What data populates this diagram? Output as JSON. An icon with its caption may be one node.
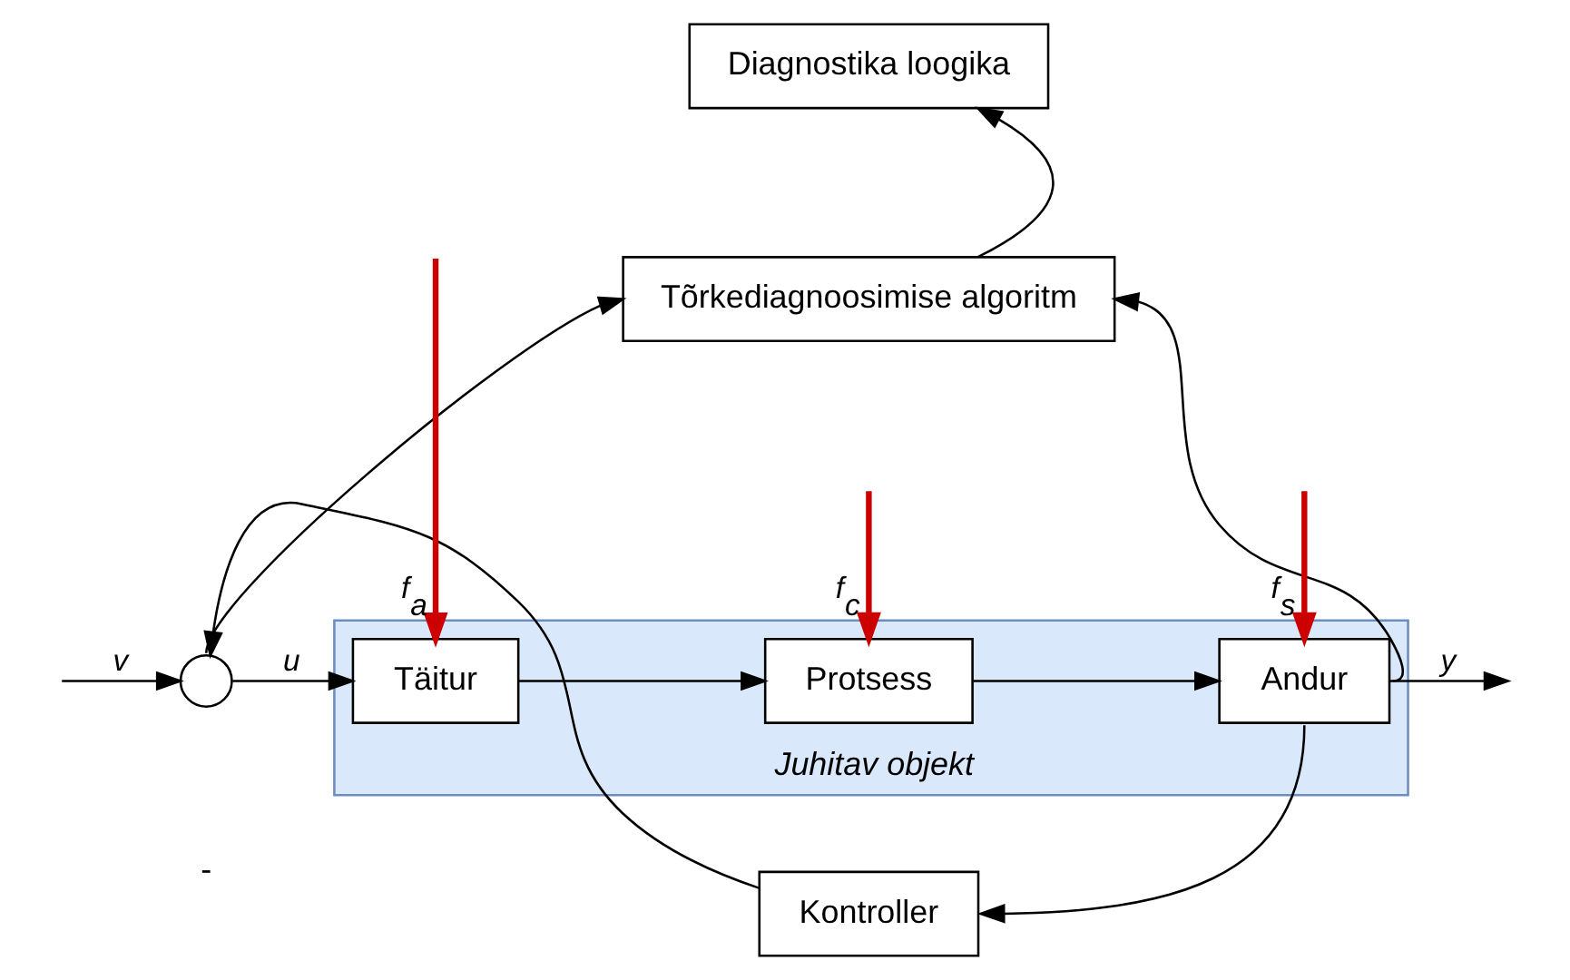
{
  "diagram": {
    "nodes": [
      {
        "text": [
          "Diagnostika loogika"
        ]
      },
      {
        "text": [
          "Tõrkediagnoosimise algoritm"
        ]
      },
      {
        "text": [
          "Juhitav objekt"
        ]
      },
      {
        "text": [
          "Täitur"
        ],
        "in": 2
      },
      {
        "text": [
          "Protsess"
        ],
        "in": 2
      },
      {
        "text": [
          "Andur"
        ],
        "in": 2
      },
      {
        "text": [
          "Kontroller"
        ]
      },
      {
        "text": [],
        "shape": "circle"
      }
    ],
    "edges": [
      {
        "from": null,
        "to": 7,
        "arrow": "to",
        "label": "v"
      },
      {
        "from": 7,
        "to": 3,
        "arrow": "to",
        "label": "u"
      },
      {
        "from": 7,
        "to": 1,
        "arrow": "to"
      },
      {
        "from": 3,
        "to": 4,
        "arrow": "to"
      },
      {
        "from": 4,
        "to": 5,
        "arrow": "to"
      },
      {
        "from": 5,
        "to": 1,
        "arrow": "to"
      },
      {
        "from": 5,
        "to": 6,
        "arrow": "to"
      },
      {
        "from": 1,
        "to": 0,
        "arrow": "to"
      },
      {
        "from": 6,
        "to": 7,
        "arrow": "to"
      },
      {
        "from": null,
        "to": 3,
        "arrow": "to",
        "label": "f$_{a}$",
        "style": "thick",
        "color": "#cc0000"
      },
      {
        "from": null,
        "to": 4,
        "arrow": "to",
        "label": "f$_{c}$",
        "style": "thick",
        "color": "#cc0000"
      },
      {
        "from": null,
        "to": 5,
        "arrow": "to",
        "label": "f$_{s}$",
        "style": "thick",
        "color": "#cc0000"
      },
      {
        "from": 5,
        "to": null,
        "arrow": "to",
        "label": "y"
      }
    ],
    "labels": [
      "-"
    ]
  }
}
